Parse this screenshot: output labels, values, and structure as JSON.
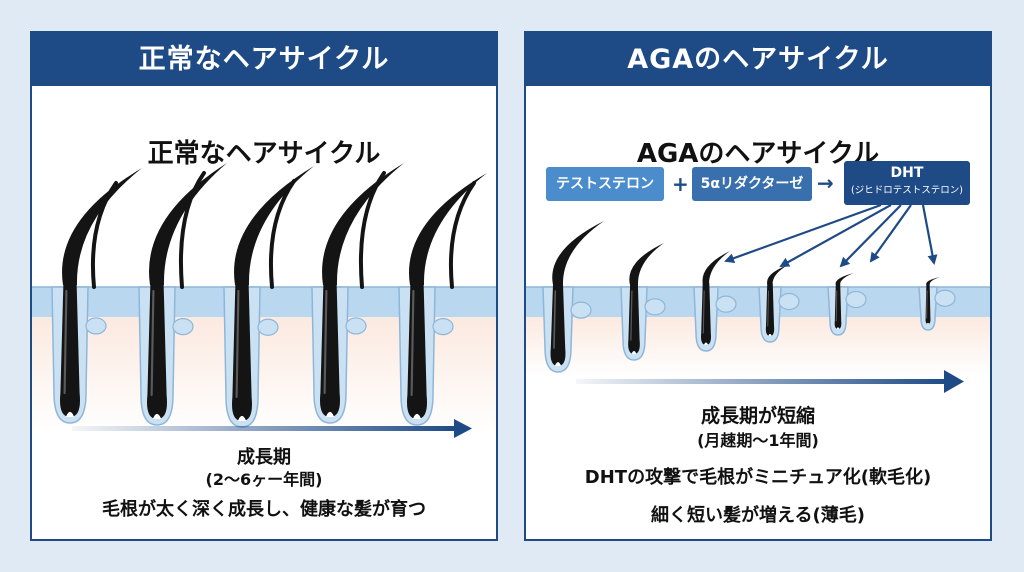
{
  "left": {
    "header": "正常なヘアサイクル",
    "title": "正常なヘアサイクル",
    "phase_label": "成長期",
    "phase_duration": "(2〜6ヶー年間)",
    "description": "毛根が太く深く成長し、健康な髪が育つ"
  },
  "right": {
    "header": "AGAのヘアサイクル",
    "title": "AGAのヘアサイクル",
    "flow": {
      "testosterone": "テストステロン",
      "plus": "+",
      "enzyme": "5αリダクターゼ",
      "arrow": "→",
      "dht": "DHT",
      "dht_full": "(ジヒドロテストステロン)"
    },
    "phase_label": "成長期が短縮",
    "phase_duration": "(月趚期〜1年間)",
    "description_1": "DHTの攻撃で毛根がミニチュア化(軟毛化)",
    "description_2": "細く短い髪が増える(薄毛)"
  },
  "colors": {
    "navy": "#1e4a86",
    "skin_blue": "#b9d7ee",
    "dermis": "#f9e6dc",
    "flow_light": "#4a8ccc",
    "flow_mid": "#3a6fad",
    "hair": "#141414"
  }
}
